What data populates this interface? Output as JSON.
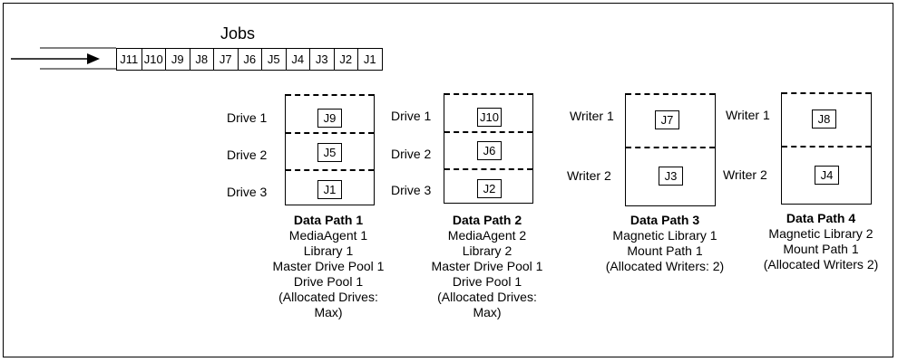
{
  "jobs": {
    "title": "Jobs",
    "queue": [
      "J11",
      "J10",
      "J9",
      "J8",
      "J7",
      "J6",
      "J5",
      "J4",
      "J3",
      "J2",
      "J1"
    ]
  },
  "paths": [
    {
      "title": "Data Path 1",
      "details": [
        "MediaAgent 1",
        "Library 1",
        "Master Drive Pool 1",
        "Drive Pool 1",
        "(Allocated Drives:",
        "Max)"
      ],
      "slots": [
        {
          "label": "Drive 1",
          "job": "J9"
        },
        {
          "label": "Drive 2",
          "job": "J5"
        },
        {
          "label": "Drive 3",
          "job": "J1"
        }
      ]
    },
    {
      "title": "Data Path 2",
      "details": [
        "MediaAgent 2",
        "Library 2",
        "Master Drive Pool 1",
        "Drive Pool 1",
        "(Allocated Drives:",
        "Max)"
      ],
      "slots": [
        {
          "label": "Drive 1",
          "job": "J10"
        },
        {
          "label": "Drive 2",
          "job": "J6"
        },
        {
          "label": "Drive 3",
          "job": "J2"
        }
      ]
    },
    {
      "title": "Data Path 3",
      "details": [
        "Magnetic Library 1",
        "Mount Path 1",
        "(Allocated Writers: 2)"
      ],
      "slots": [
        {
          "label": "Writer 1",
          "job": "J7"
        },
        {
          "label": "Writer 2",
          "job": "J3"
        }
      ]
    },
    {
      "title": "Data Path 4",
      "details": [
        "Magnetic Library 2",
        "Mount Path 1",
        "(Allocated Writers 2)"
      ],
      "slots": [
        {
          "label": "Writer 1",
          "job": "J8"
        },
        {
          "label": "Writer 2",
          "job": "J4"
        }
      ]
    }
  ]
}
